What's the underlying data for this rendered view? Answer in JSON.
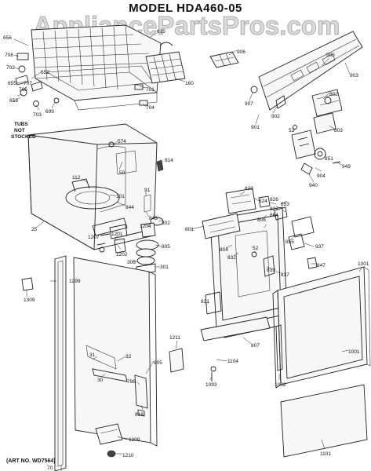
{
  "header": {
    "model_title": "MODEL  HDA460-05",
    "watermark": "AppliancePartsPros.com"
  },
  "footer": {
    "art_number": "(ART NO. WD7564)"
  },
  "callouts": {
    "tubs_note": [
      "TUBS",
      "NOT",
      "STOCKED"
    ],
    "parts": {
      "p615": "615",
      "p656": "656",
      "p708": "708",
      "p702": "702",
      "p652": "652",
      "p655": "655",
      "p707": "707",
      "p706": "706",
      "p653": "653",
      "p703": "703",
      "p699": "699",
      "p701": "701",
      "p704": "704",
      "p160": "160",
      "p906": "906",
      "p905": "905",
      "p903": "903",
      "p907": "907",
      "p902": "902",
      "p901": "901",
      "p802": "802",
      "p52a": "52",
      "p803": "803",
      "p851": "851",
      "p904": "904",
      "p949": "949",
      "p940": "940",
      "p574": "574",
      "p814": "814",
      "p50": "50",
      "p112": "112",
      "p101": "101",
      "p91": "91",
      "p844": "844",
      "p843": "843",
      "p25": "25",
      "p302": "302",
      "p1204": "1204",
      "p1207": "1207",
      "p1201": "1201",
      "p1202": "1202",
      "p305": "305",
      "p306": "306",
      "p301": "301",
      "p823": "823",
      "p824": "824",
      "p826": "826",
      "p827": "827",
      "p864": "864",
      "p806": "806",
      "p853": "853",
      "p801": "801",
      "p855": "855",
      "p804": "804",
      "p832": "832",
      "p937": "937",
      "p52b": "52",
      "p839": "839",
      "p837": "837",
      "p847": "847",
      "p1001a": "1001",
      "p1299": "1299",
      "p1309": "1309",
      "p821": "821",
      "p1211": "1211",
      "p807": "807",
      "p1104": "1104",
      "p1001b": "1001",
      "p1093": "1093",
      "p1002": "1002",
      "p805": "805",
      "p31": "31",
      "p32": "32",
      "p30": "30",
      "p798": "798",
      "p818": "818",
      "p70": "70",
      "p1209": "1209",
      "p1210": "1210",
      "p1101": "1101"
    }
  }
}
